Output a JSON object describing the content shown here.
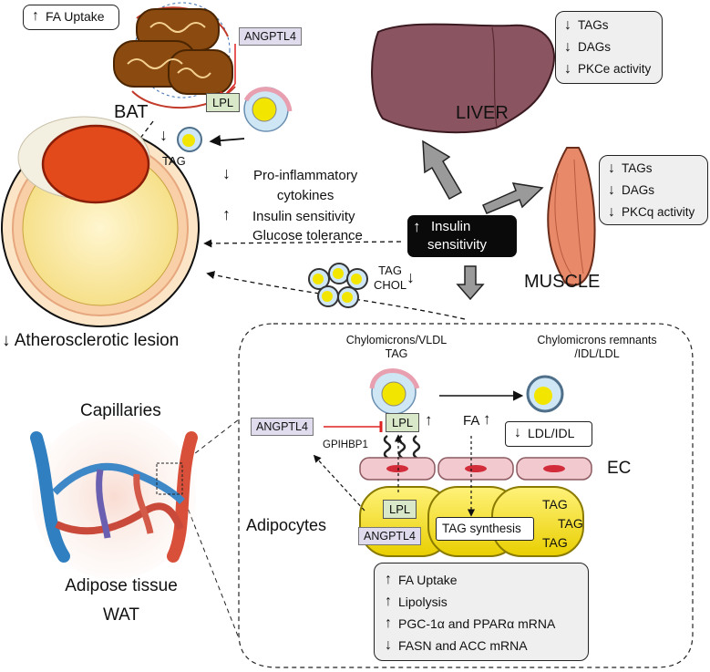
{
  "colors": {
    "mito": "#8a4a10",
    "liver": "#8a5560",
    "muscle": "#e8896a",
    "lipid_yellow": "#f2e600",
    "lesion_red": "#e24a1c",
    "vessel_red": "#d9503a",
    "vessel_blue": "#2f7fc1",
    "angptl4_fill": "#e0dcee",
    "lpl_fill": "#d9e8c8",
    "ec_pink": "#f2c9cf"
  },
  "icons": [
    "up-arrow-icon",
    "down-arrow-icon",
    "mitochondria-icon",
    "liver-icon",
    "muscle-icon",
    "lipoprotein-icon",
    "artery-icon",
    "adipocyte-icon",
    "capillary-icon"
  ],
  "bat": {
    "label": "BAT",
    "fa_uptake": {
      "arrow": "↑",
      "text": "FA Uptake"
    },
    "angptl4": "ANGPTL4",
    "lpl": "LPL",
    "tag": {
      "arrow": "↓",
      "text": "TAG"
    }
  },
  "liver": {
    "label": "LIVER",
    "items": [
      {
        "arrow": "↓",
        "text": "TAGs"
      },
      {
        "arrow": "↓",
        "text": "DAGs"
      },
      {
        "arrow": "↓",
        "text": "PKCe activity"
      }
    ]
  },
  "muscle": {
    "label": "MUSCLE",
    "items": [
      {
        "arrow": "↓",
        "text": "TAGs"
      },
      {
        "arrow": "↓",
        "text": "DAGs"
      },
      {
        "arrow": "↓",
        "text": "PKCq activity"
      }
    ]
  },
  "effects": {
    "proinflammatory": {
      "arrow": "↓",
      "line1": "Pro-inflammatory",
      "line2": "cytokines"
    },
    "insulin": {
      "arrow": "↑",
      "line1": "Insulin sensitivity",
      "line2": "Glucose tolerance"
    }
  },
  "insulin_box": {
    "arrow": "↑",
    "line1": "Insulin",
    "line2": "sensitivity"
  },
  "plasma": {
    "line1": "TAG",
    "line2": "CHOL",
    "arrow": "↓"
  },
  "lesion": {
    "arrow": "↓",
    "text": "Atherosclerotic lesion"
  },
  "wat": {
    "capillaries": "Capillaries",
    "adipose_line1": "Adipose tissue",
    "adipose_line2": "WAT",
    "chylo_vldl_line1": "Chylomicrons/VLDL",
    "chylo_vldl_line2": "TAG",
    "remnants_line1": "Chylomicrons remnants",
    "remnants_line2": "/IDL/LDL",
    "angptl4": "ANGPTL4",
    "lpl": "LPL",
    "lpl_up": "↑",
    "gpihbp1": "GPIHBP1",
    "fa": "FA",
    "fa_arrow": "↑",
    "ldl": {
      "arrow": "↓",
      "text": "LDL/IDL"
    },
    "ec": "EC",
    "adipocytes": "Adipocytes",
    "adipocyte_lpl": "LPL",
    "adipocyte_angptl4": "ANGPTL4",
    "tag_synthesis": "TAG synthesis",
    "tag1": "TAG",
    "tag2": "TAG",
    "tag3": "TAG",
    "outcomes": [
      {
        "arrow": "↑",
        "text": "FA Uptake"
      },
      {
        "arrow": "↑",
        "text": "Lipolysis"
      },
      {
        "arrow": "↑",
        "text": "PGC-1α and PPARα mRNA"
      },
      {
        "arrow": "↓",
        "text": "FASN and ACC mRNA"
      }
    ]
  }
}
